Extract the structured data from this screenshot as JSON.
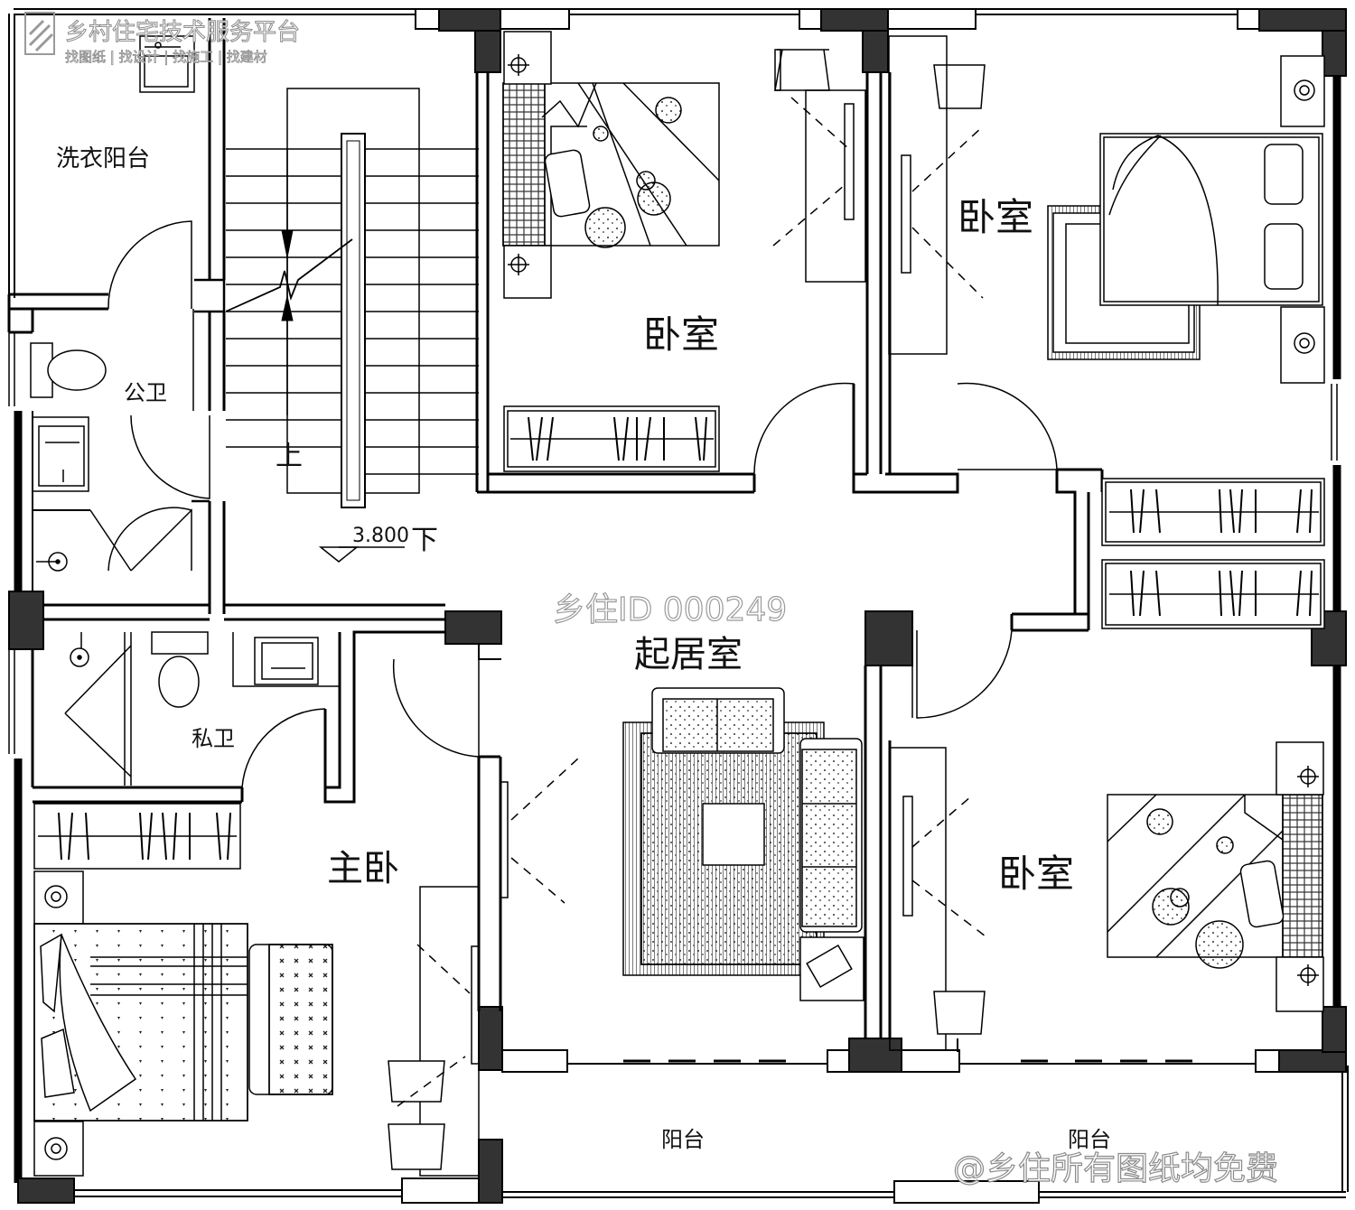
{
  "watermark": {
    "platform_name": "乡村住宅技术服务平台",
    "platform_slogan": "找图纸 | 找设计 | 找施工 | 找建材",
    "design_id": "乡住ID 000249",
    "footer_note": "@乡住所有图纸均免费"
  },
  "rooms": {
    "laundry_balcony": "洗衣阳台",
    "public_bath": "公卫",
    "private_bath": "私卫",
    "bedroom_top_center": "卧室",
    "bedroom_top_right": "卧室",
    "bedroom_bottom_right": "卧室",
    "living_room": "起居室",
    "master_bedroom": "主卧",
    "balcony_left": "阳台",
    "balcony_right": "阳台"
  },
  "stairs": {
    "up_label": "上",
    "down_label": "下",
    "elevation": "3.800"
  }
}
